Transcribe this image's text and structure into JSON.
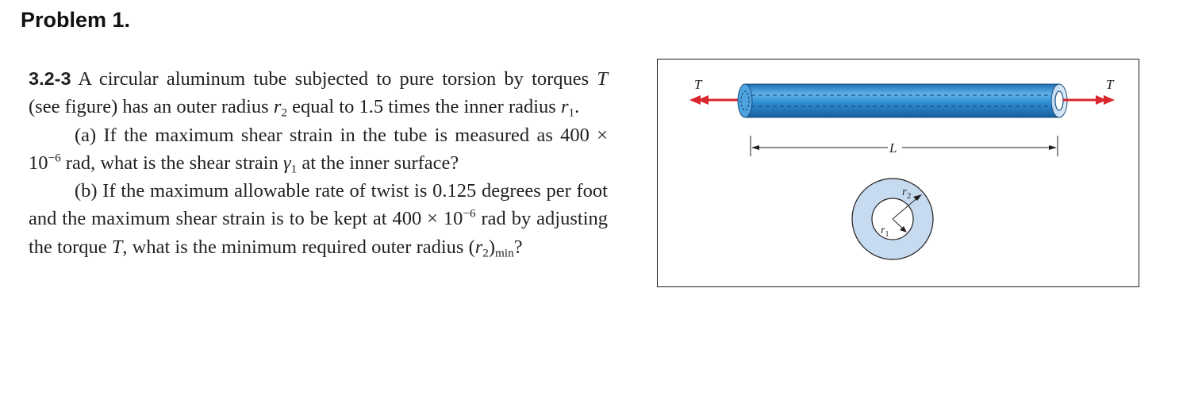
{
  "heading": "Problem 1.",
  "problem": {
    "number": "3.2-3",
    "intro": {
      "t1": "A circular aluminum tube subjected to pure torsion by torques ",
      "T": "T",
      "t2": " (see figure) has an outer radius ",
      "r": "r",
      "sub2": "2",
      "t3": " equal to 1.5 times the inner radius ",
      "r_b": "r",
      "sub1": "1",
      "t4": "."
    },
    "part_a": {
      "t1": "(a) If the maximum shear strain in the tube is measured as 400 × 10",
      "exp": "−6",
      "t2": " rad, what is the shear strain ",
      "gamma": "γ",
      "sub1": "1",
      "t3": " at the inner surface?"
    },
    "part_b": {
      "t1": "(b) If the maximum allowable rate of twist is 0.125 degrees per foot and the maximum shear strain is to be kept at 400 × 10",
      "exp": "−6",
      "t2": " rad by adjusting the torque ",
      "T": "T",
      "t3": ", what is the minimum required outer radius (",
      "r": "r",
      "sub2": "2",
      "t4": ")",
      "submin": "min",
      "t5": "?"
    }
  },
  "figure": {
    "torque_left": "T",
    "torque_right": "T",
    "length": "L",
    "r2": "r",
    "r2_sub": "2",
    "r1": "r",
    "r1_sub": "1"
  },
  "colors": {
    "torque_arrow": "#d9272e",
    "tube_blue": "#2f8fd3",
    "cross_section_fill": "#c6dbf0"
  }
}
